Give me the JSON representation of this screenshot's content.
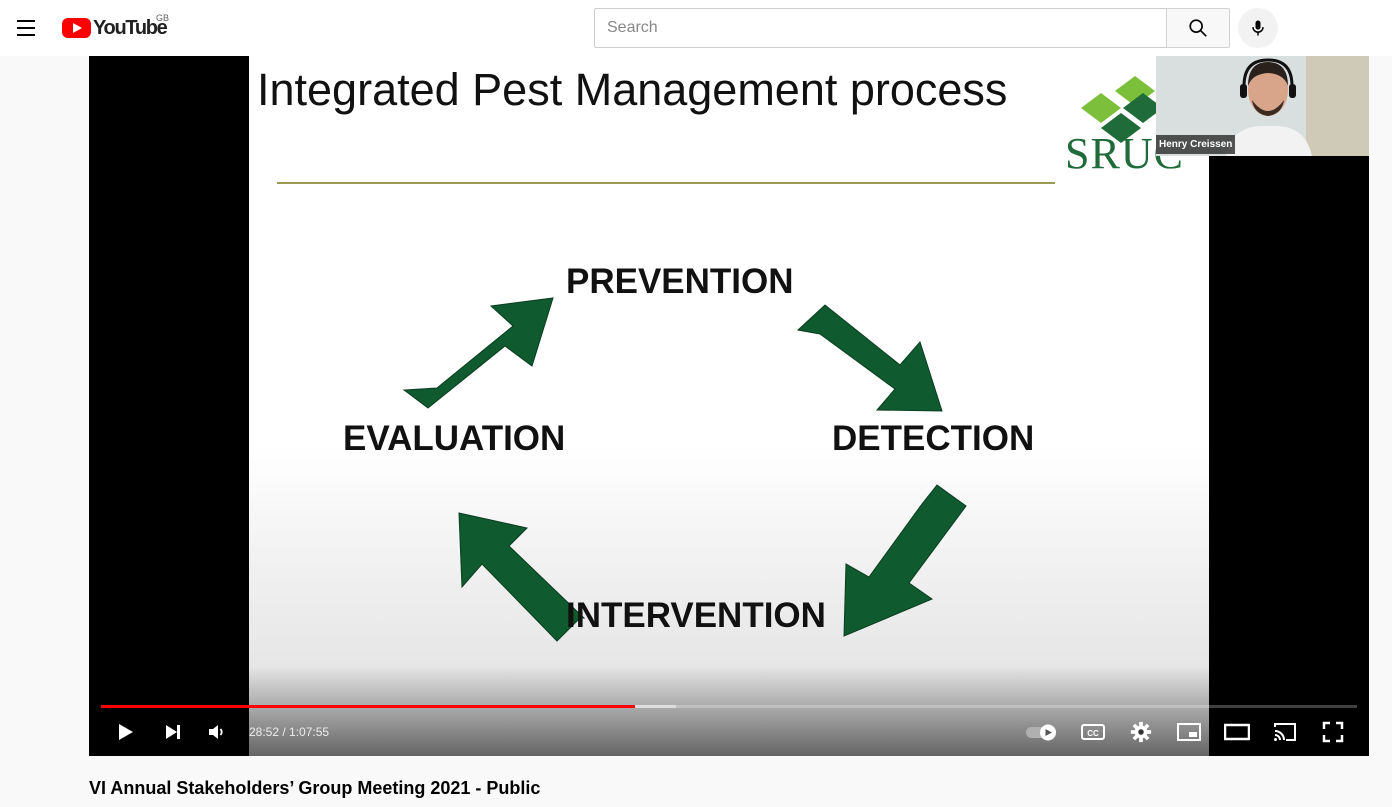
{
  "header": {
    "logo_text": "YouTube",
    "region": "GB",
    "search_placeholder": "Search",
    "icons": [
      "menu-icon",
      "search-icon",
      "mic-icon"
    ]
  },
  "video": {
    "slide": {
      "title": "Integrated Pest Management process",
      "logo_text": "SRUC",
      "steps": {
        "prevention": "PREVENTION",
        "detection": "DETECTION",
        "intervention": "INTERVENTION",
        "evaluation": "EVALUATION"
      }
    },
    "webcam_name": "Henry Creissen",
    "time_display": "28:52 / 1:07:55",
    "progress": {
      "played_fraction": 0.425,
      "buffered_fraction": 0.458
    },
    "controls": [
      "play-icon",
      "next-icon",
      "volume-icon",
      "autoplay-toggle-icon",
      "cc-icon",
      "settings-icon",
      "miniplayer-icon",
      "theater-icon",
      "cast-icon",
      "fullscreen-icon"
    ],
    "colors": {
      "accent": "#ff0000",
      "arrow_green": "#0f5a2e",
      "logo_green": "#1f6b3a",
      "logo_light_green": "#7bbf3a"
    }
  },
  "title": "VI Annual Stakeholders’ Group Meeting 2021 - Public"
}
